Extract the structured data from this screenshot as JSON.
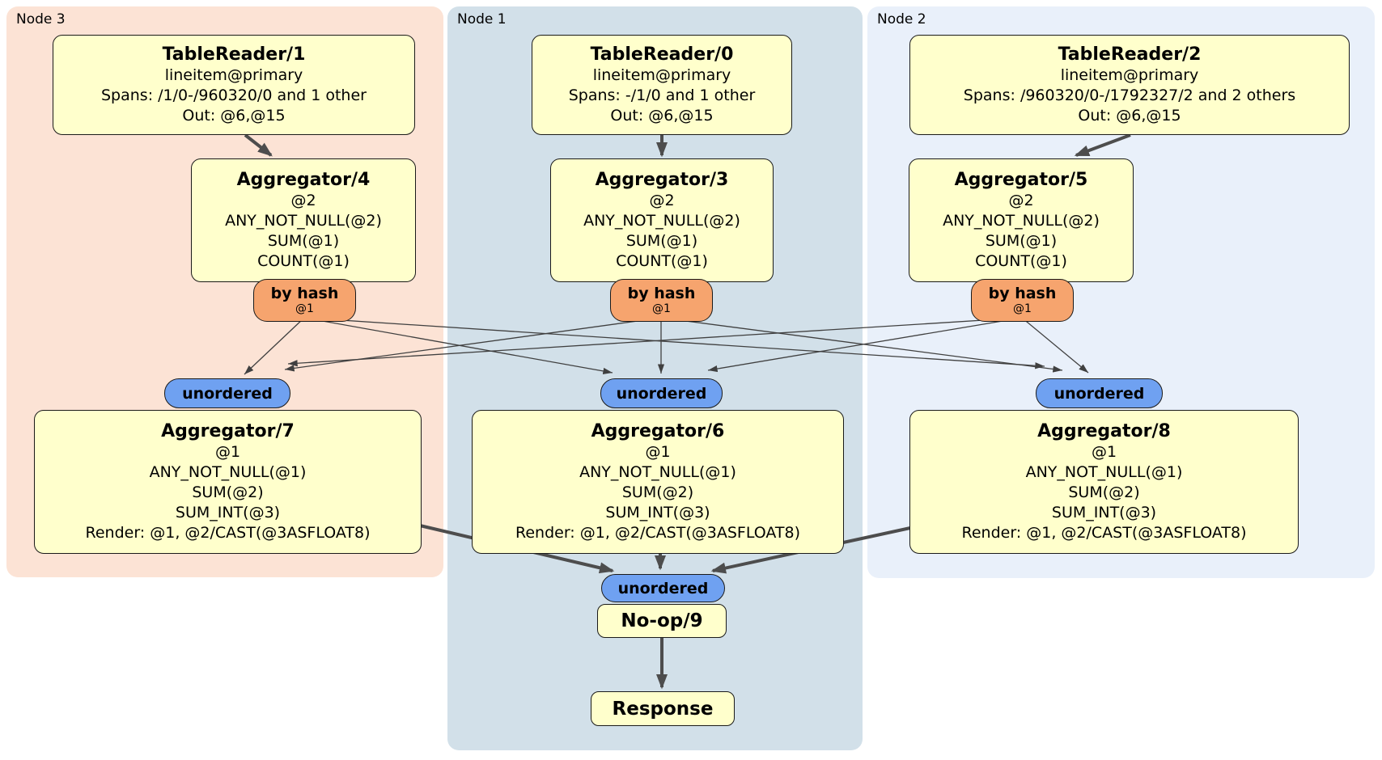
{
  "panels": {
    "node3": {
      "label": "Node 3"
    },
    "node1": {
      "label": "Node 1"
    },
    "node2": {
      "label": "Node 2"
    }
  },
  "processors": {
    "tr1": {
      "title": "TableReader/1",
      "lines": [
        "lineitem@primary",
        "Spans: /1/0-/960320/0 and 1 other",
        "Out: @6,@15"
      ]
    },
    "tr0": {
      "title": "TableReader/0",
      "lines": [
        "lineitem@primary",
        "Spans: -/1/0 and 1 other",
        "Out: @6,@15"
      ]
    },
    "tr2": {
      "title": "TableReader/2",
      "lines": [
        "lineitem@primary",
        "Spans: /960320/0-/1792327/2 and 2 others",
        "Out: @6,@15"
      ]
    },
    "agg4": {
      "title": "Aggregator/4",
      "lines": [
        "@2",
        "ANY_NOT_NULL(@2)",
        "SUM(@1)",
        "COUNT(@1)"
      ]
    },
    "agg3": {
      "title": "Aggregator/3",
      "lines": [
        "@2",
        "ANY_NOT_NULL(@2)",
        "SUM(@1)",
        "COUNT(@1)"
      ]
    },
    "agg5": {
      "title": "Aggregator/5",
      "lines": [
        "@2",
        "ANY_NOT_NULL(@2)",
        "SUM(@1)",
        "COUNT(@1)"
      ]
    },
    "agg7": {
      "title": "Aggregator/7",
      "lines": [
        "@1",
        "ANY_NOT_NULL(@1)",
        "SUM(@2)",
        "SUM_INT(@3)",
        "Render: @1, @2/CAST(@3ASFLOAT8)"
      ]
    },
    "agg6": {
      "title": "Aggregator/6",
      "lines": [
        "@1",
        "ANY_NOT_NULL(@1)",
        "SUM(@2)",
        "SUM_INT(@3)",
        "Render: @1, @2/CAST(@3ASFLOAT8)"
      ]
    },
    "agg8": {
      "title": "Aggregator/8",
      "lines": [
        "@1",
        "ANY_NOT_NULL(@1)",
        "SUM(@2)",
        "SUM_INT(@3)",
        "Render: @1, @2/CAST(@3ASFLOAT8)"
      ]
    },
    "noop": {
      "title": "No-op/9"
    },
    "response": {
      "title": "Response"
    }
  },
  "labels": {
    "by_hash": "by hash",
    "router_key": "@1",
    "unordered": "unordered"
  },
  "colors": {
    "node3_bg": "#fce3d5",
    "node1_bg": "#d2e0e9",
    "node2_bg": "#e9f0fa",
    "box_fill": "#ffffcc",
    "router_fill": "#f6a46e",
    "sync_fill": "#6fa1f1",
    "edge_thick": "#4d4d4d",
    "edge_thin": "#404040"
  },
  "edges": [
    {
      "from": "TableReader/1",
      "to": "Aggregator/4",
      "style": "thick"
    },
    {
      "from": "TableReader/0",
      "to": "Aggregator/3",
      "style": "thick"
    },
    {
      "from": "TableReader/2",
      "to": "Aggregator/5",
      "style": "thick"
    },
    {
      "from": "Aggregator/4 by hash @1",
      "to": "unordered (Node 3)",
      "style": "thin"
    },
    {
      "from": "Aggregator/4 by hash @1",
      "to": "unordered (Node 1)",
      "style": "thin"
    },
    {
      "from": "Aggregator/4 by hash @1",
      "to": "unordered (Node 2)",
      "style": "thin"
    },
    {
      "from": "Aggregator/3 by hash @1",
      "to": "unordered (Node 3)",
      "style": "thin"
    },
    {
      "from": "Aggregator/3 by hash @1",
      "to": "unordered (Node 1)",
      "style": "thin"
    },
    {
      "from": "Aggregator/3 by hash @1",
      "to": "unordered (Node 2)",
      "style": "thin"
    },
    {
      "from": "Aggregator/5 by hash @1",
      "to": "unordered (Node 3)",
      "style": "thin"
    },
    {
      "from": "Aggregator/5 by hash @1",
      "to": "unordered (Node 1)",
      "style": "thin"
    },
    {
      "from": "Aggregator/5 by hash @1",
      "to": "unordered (Node 2)",
      "style": "thin"
    },
    {
      "from": "Aggregator/7",
      "to": "unordered (final)",
      "style": "thick"
    },
    {
      "from": "Aggregator/6",
      "to": "unordered (final)",
      "style": "thick"
    },
    {
      "from": "Aggregator/8",
      "to": "unordered (final)",
      "style": "thick"
    },
    {
      "from": "No-op/9",
      "to": "Response",
      "style": "thick"
    }
  ]
}
